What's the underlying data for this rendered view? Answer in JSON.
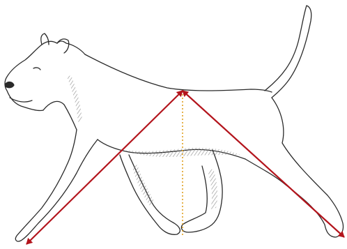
{
  "figure": {
    "subject": "dog-gait-sketch",
    "colors": {
      "outline": "#2a2a2a",
      "shading": "#9a9a9a",
      "background": "#ffffff",
      "arrow": "#b3141c",
      "plumb_line": "#e0a020"
    },
    "annotations": [
      {
        "name": "front-arrow",
        "kind": "double-headed-arrow",
        "color": "#b3141c"
      },
      {
        "name": "rear-arrow",
        "kind": "double-headed-arrow",
        "color": "#b3141c"
      },
      {
        "name": "center-plumb-line",
        "kind": "dotted-vertical-line",
        "color": "#e0a020"
      }
    ]
  }
}
